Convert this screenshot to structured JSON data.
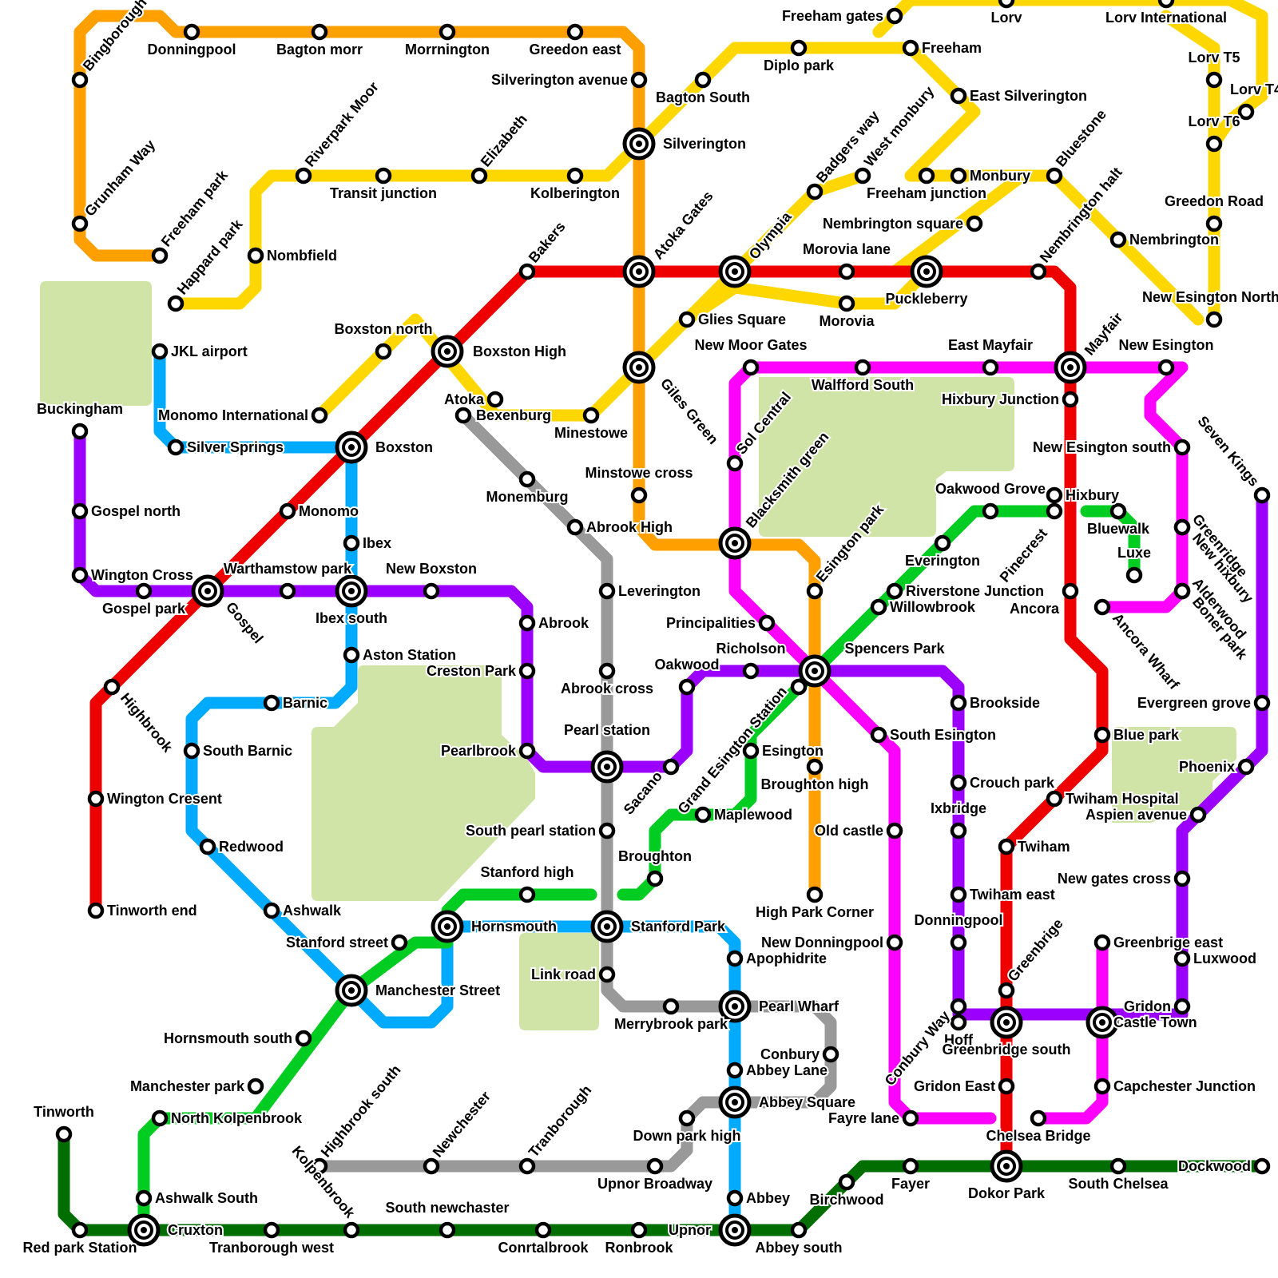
{
  "map": {
    "colors": {
      "park": "#d0e4a8",
      "orange": "#ffa000",
      "yellow": "#ffd700",
      "red": "#ee0000",
      "purple": "#9b00ff",
      "blue": "#00aaff",
      "gray": "#999999",
      "green": "#00cc22",
      "magenta": "#ff00ff",
      "darkgreen": "#006e00"
    },
    "lines": [
      {
        "id": "orange",
        "color": "#ffa000"
      },
      {
        "id": "yellow",
        "color": "#ffd700"
      },
      {
        "id": "red",
        "color": "#ee0000"
      },
      {
        "id": "purple",
        "color": "#9b00ff"
      },
      {
        "id": "blue",
        "color": "#00aaff"
      },
      {
        "id": "gray",
        "color": "#999999"
      },
      {
        "id": "green",
        "color": "#00cc22"
      },
      {
        "id": "magenta",
        "color": "#ff00ff"
      },
      {
        "id": "darkgreen",
        "color": "#006e00"
      }
    ],
    "stations": [
      "Bingborough",
      "Donningpool",
      "Bagton morr",
      "Morrnington",
      "Greedon east",
      "Silverington avenue",
      "Grunham Way",
      "Freeham park",
      "Silverington",
      "Bagton South",
      "Diplo park",
      "Freeham gates",
      "Lorv",
      "Lorv International",
      "Freeham",
      "East Silverington",
      "Lorv T5",
      "Lorv T4",
      "Lorv T6",
      "Riverpark Moor",
      "Transit junction",
      "Elizabeth",
      "Kolberington",
      "Happard park",
      "Nombfield",
      "Atoka Gates",
      "Olympia",
      "Badgers way",
      "West monbury",
      "Freeham junction",
      "Monbury",
      "Bluestone",
      "Greedon Road",
      "Nembrington",
      "Nembrington square",
      "Nembrington halt",
      "Bakers",
      "Morovia lane",
      "Puckleberry",
      "Morovia",
      "New Esington North",
      "Glies Square",
      "Boxston north",
      "Boxston High",
      "Atoka",
      "Bexenburg",
      "Minestowe",
      "Giles Green",
      "New Moor Gates",
      "Walfford South",
      "East Mayfair",
      "Mayfair",
      "New Esington",
      "Hixbury Junction",
      "JKL airport",
      "Monomo International",
      "Silver Springs",
      "Boxston",
      "Buckingham",
      "Sol Central",
      "Blacksmith green",
      "New Esington south",
      "Seven Kings",
      "Minstowe cross",
      "Monemburg",
      "Gospel north",
      "Monomo",
      "Ibex",
      "Abrook High",
      "Oakwood Grove",
      "Hixbury",
      "Bluewalk",
      "Luxe",
      "Greenridge",
      "New hixbury",
      "Pinecrest",
      "Everington",
      "Esington park",
      "Wington Cross",
      "Warthamstow park",
      "Gospel park",
      "Gospel",
      "Ibex south",
      "New Boxston",
      "Leverington",
      "Riverstone Junction",
      "Willowbrook",
      "Ancora",
      "Alderwood",
      "Boner park",
      "Ancora Wharf",
      "Principalities",
      "Abrook",
      "Aston Station",
      "Creston Park",
      "Richolson",
      "Spencers Park",
      "Oakwood",
      "Abrook cross",
      "Highbrook",
      "Barnic",
      "Brookside",
      "Evergreen grove",
      "Pearl station",
      "South Barnic",
      "Pearlbrook",
      "Esington",
      "South Esington",
      "Blue park",
      "Grand Esington Station",
      "Sacano",
      "Broughton high",
      "Crouch park",
      "Phoenix",
      "Wington Cresent",
      "Twiham Hospital",
      "Aspien avenue",
      "Maplewood",
      "Redwood",
      "South pearl station",
      "Old castle",
      "Ixbridge",
      "Twiham",
      "Broughton",
      "Stanford high",
      "New gates cross",
      "Twiham east",
      "Tinworth end",
      "Ashwalk",
      "High Park Corner",
      "Hornsmouth",
      "Stanford Park",
      "Donningpool",
      "Stanford street",
      "New Donningpool",
      "Apophidrite",
      "Greenbrige east",
      "Luxwood",
      "Greenbrige",
      "Link road",
      "Manchester Street",
      "Conbury Way",
      "Pearl Wharf",
      "Gridon",
      "Merrybrook park",
      "Hoff",
      "Castle Town",
      "Greenbridge south",
      "Hornsmouth south",
      "Conbury",
      "Abbey Lane",
      "Manchester park",
      "Gridon East",
      "Capchester Junction",
      "Highbrook south",
      "North Kolpenbrook",
      "Abbey Square",
      "Tinworth",
      "Newchester",
      "Tranborough",
      "Fayre lane",
      "Chelsea Bridge",
      "Down park high",
      "Kolpenbrook",
      "Upnor Broadway",
      "Fayer",
      "Dokor Park",
      "South Chelsea",
      "Dockwood",
      "Birchwood",
      "Ashwalk South",
      "Abbey",
      "South newchaster",
      "Red park Station",
      "Cruxton",
      "Tranborough west",
      "Conrtalbrook",
      "Ronbrook",
      "Upnor",
      "Abbey south"
    ]
  }
}
